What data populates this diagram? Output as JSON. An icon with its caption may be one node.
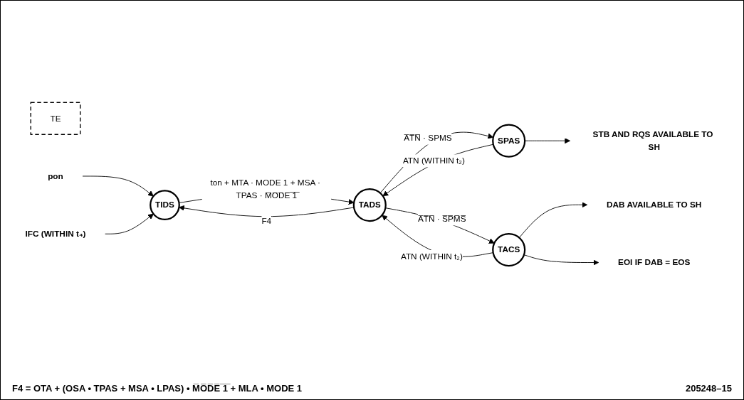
{
  "diagram": {
    "nodes": [
      {
        "text": [
          "TIDS"
        ]
      },
      {
        "text": [
          "TADS"
        ]
      },
      {
        "text": [
          "SPAS"
        ]
      },
      {
        "text": [
          "TE"
        ]
      },
      {
        "text": [
          "pon"
        ]
      },
      {
        "text": [
          "STB AND RQS AVAILABLE TO SH"
        ]
      },
      {
        "text": [
          "IFC (WITHIN t₄)"
        ]
      },
      {
        "text": [
          "TACS"
        ]
      },
      {
        "text": [
          "DAB AVAILABLE TO SH"
        ]
      },
      {
        "text": [
          "EOI IF DAB = EOS"
        ]
      }
    ],
    "edges": [
      {
        "from": 4,
        "to": 0,
        "arrow": "to"
      },
      {
        "from": 0,
        "to": 1,
        "arrow": "to",
        "label": "ton + MTA · MODE 1 + MSA · TPAS · M̅O̅D̅E̅ ̅1̅"
      },
      {
        "from": 1,
        "to": 0,
        "arrow": "to",
        "label": "F4"
      },
      {
        "from": 1,
        "to": 2,
        "arrow": "to",
        "label": "A̅T̅N̅ · SPMS"
      },
      {
        "from": 2,
        "to": 1,
        "arrow": "to",
        "label": "ATN (WITHIN t₂)"
      },
      {
        "from": 2,
        "to": 5,
        "arrow": "to"
      },
      {
        "from": 6,
        "to": 0,
        "arrow": "to"
      },
      {
        "from": 1,
        "to": 7,
        "arrow": "to",
        "label": "A̅T̅N̅ · S̅P̅M̅S̅"
      },
      {
        "from": 7,
        "to": 1,
        "arrow": "to",
        "label": "ATN (WITHIN t₂)"
      },
      {
        "from": 7,
        "to": 8,
        "arrow": "to"
      },
      {
        "from": 7,
        "to": 9,
        "arrow": "to"
      }
    ],
    "labels": [
      "F4 = OTA + (OSA • TPAS + MSA • LPAS) • M̅O̅D̅E̅ ̅1̅ + MLA • MODE 1",
      "205248–15"
    ]
  }
}
